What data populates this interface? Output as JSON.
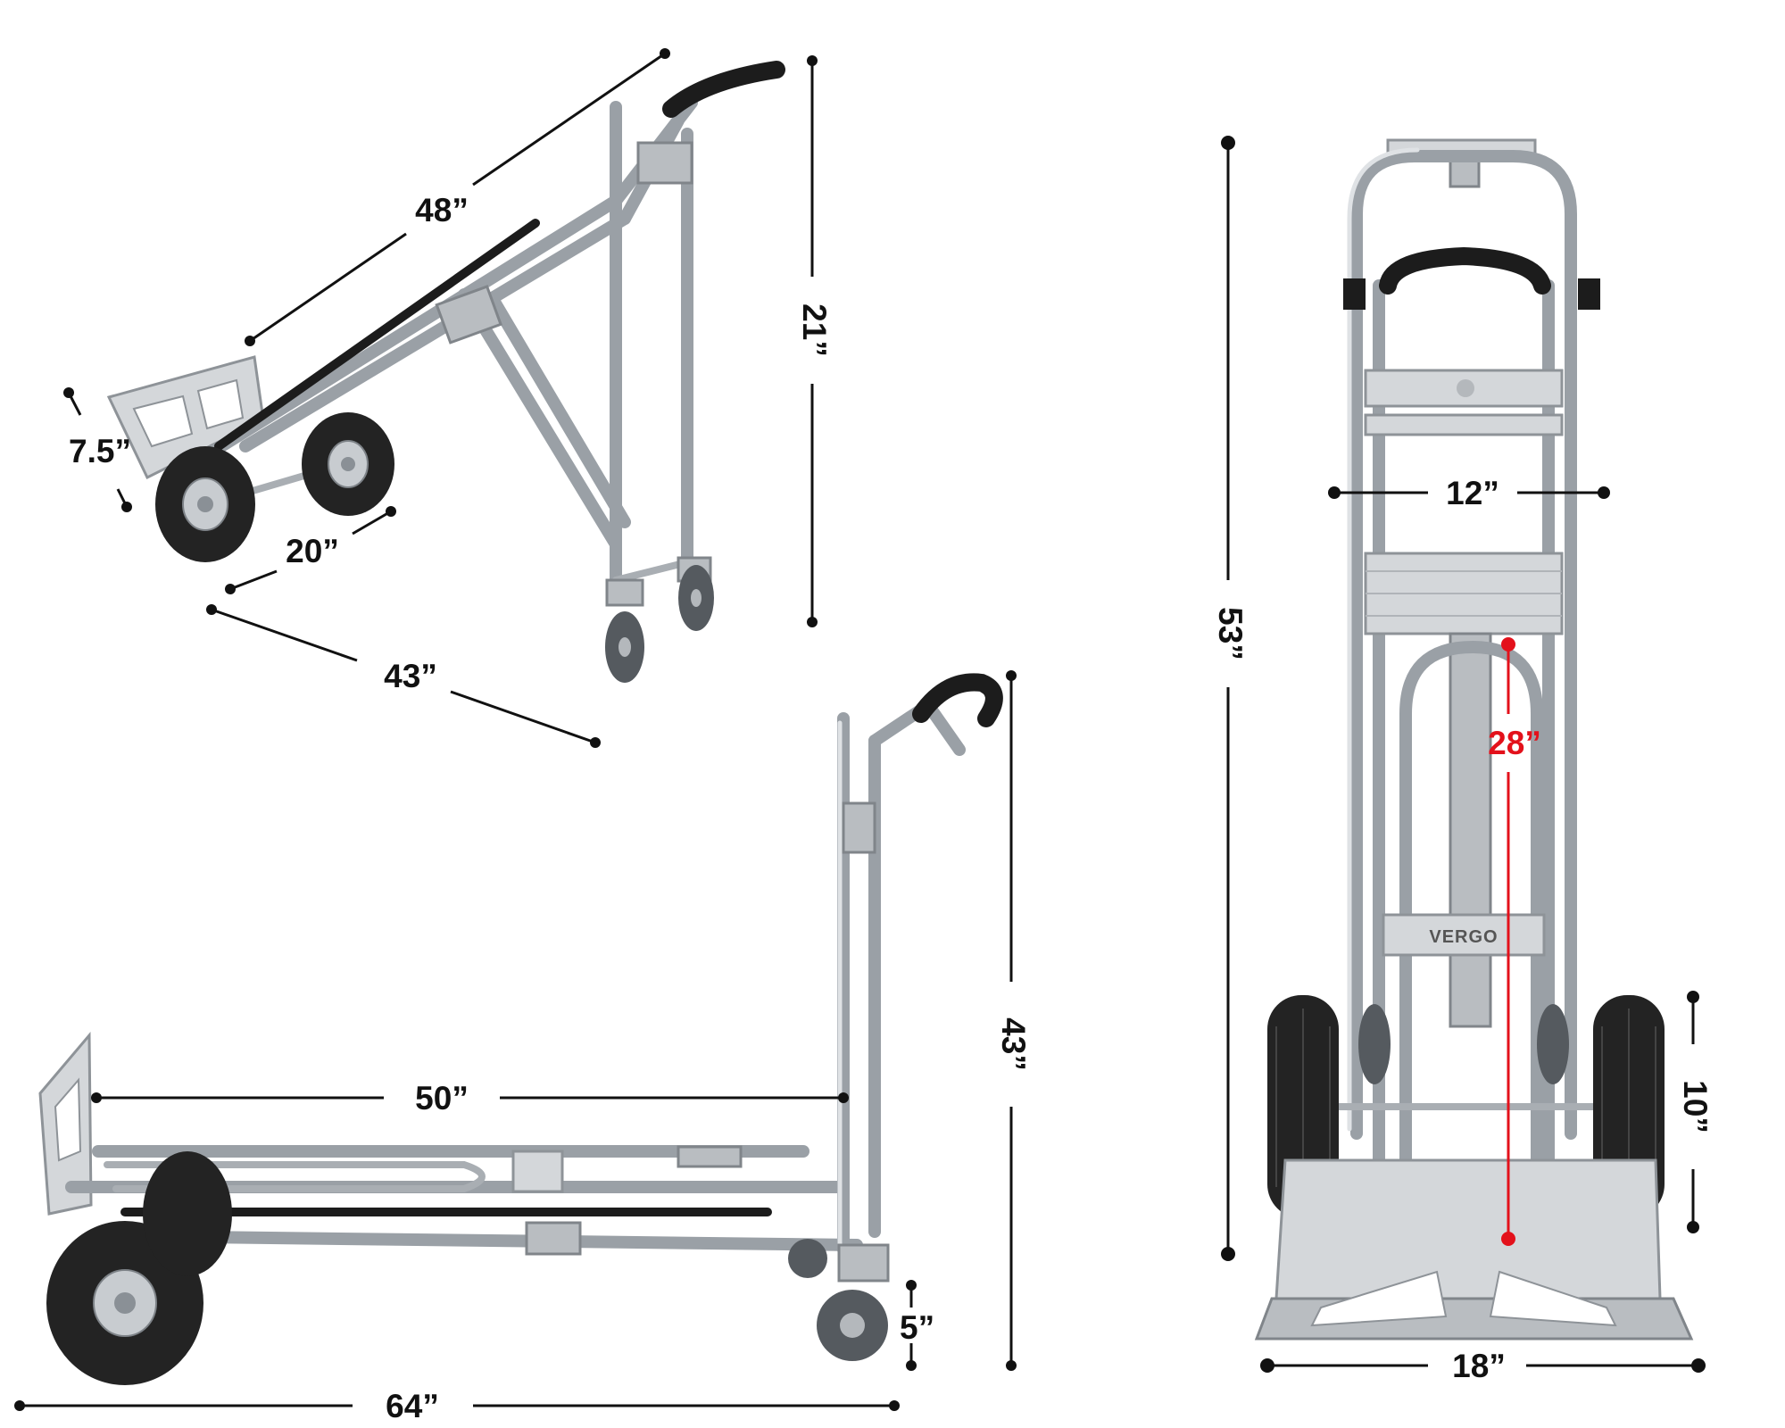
{
  "brand": {
    "logo_text": "VERGO"
  },
  "colors": {
    "dimension": "#111111",
    "highlight": "#e3111b",
    "frame": "#9aa0a6",
    "tire": "#232323"
  },
  "views": {
    "angled": {
      "dimensions": {
        "handle_length": "48”",
        "height": "21”",
        "nose_plate_depth": "7.5”",
        "wheel_track": "20”",
        "base_length": "43”"
      }
    },
    "platform": {
      "dimensions": {
        "deck_length": "50”",
        "overall_length": "64”",
        "height": "43”",
        "caster_height": "5”"
      }
    },
    "upright": {
      "dimensions": {
        "inner_width": "12”",
        "overall_height": "53”",
        "loop_height": "28”",
        "wheel_diameter": "10”",
        "nose_plate_width": "18”"
      }
    }
  }
}
